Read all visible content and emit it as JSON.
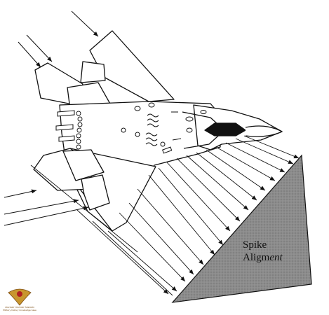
{
  "label": {
    "line1": "Spike",
    "line2_roman": "Aligm",
    "line2_italic": "ent"
  },
  "logo": {
    "title": "MILITARY HISTORY FANDOM",
    "subtitle": "Military history knowledge base"
  },
  "colors": {
    "ink": "#111111",
    "spike_fill": "#8c8c8c",
    "canopy": "#111111",
    "paper": "#ffffff"
  },
  "icons": {
    "logo": "eagle-emblem-icon"
  }
}
